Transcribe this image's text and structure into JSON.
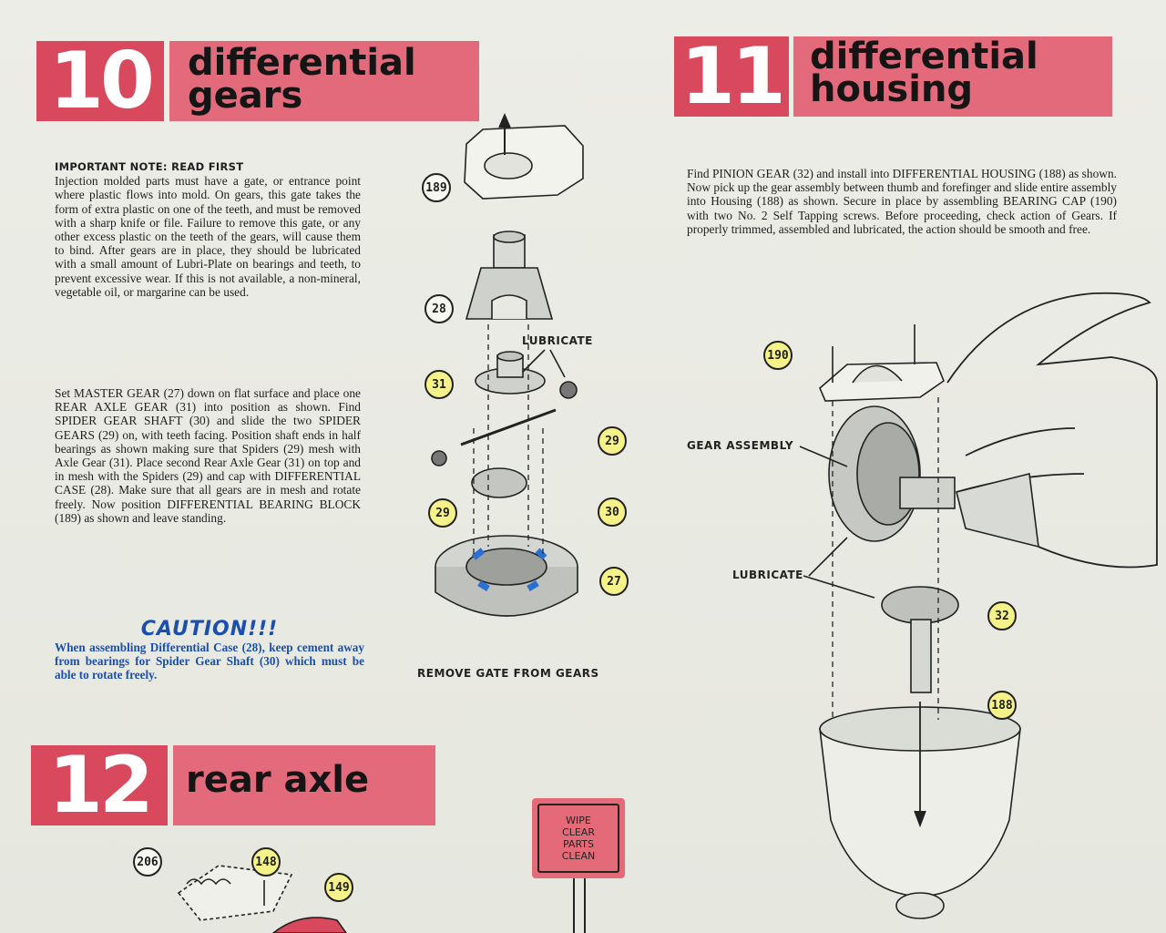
{
  "step10": {
    "number": "10",
    "title_line1": "differential",
    "title_line2": "gears",
    "note_heading": "IMPORTANT NOTE: READ FIRST",
    "note_text": "Injection molded parts must have a gate, or entrance point where plastic flows into mold. On gears, this gate takes the form of extra plastic on one of the teeth, and must be removed with a sharp knife or file. Failure to remove this gate, or any other excess plastic on the teeth of the gears, will cause them to bind. After gears are in place, they should be lubricated with a small amount of Lubri-Plate on bearings and teeth, to prevent excessive wear. If this is not available, a non-mineral, vegetable oil, or margarine can be used.",
    "instructions": "Set MASTER GEAR (27) down on flat surface and place one REAR AXLE GEAR (31) into position as shown. Find SPIDER GEAR SHAFT (30) and slide the two SPIDER GEARS (29) on, with teeth facing. Position shaft ends in half bearings as shown making sure that Spiders (29) mesh with Axle Gear (31). Place second Rear Axle Gear (31) on top and in mesh with the Spiders (29) and cap with DIFFERENTIAL CASE (28). Make sure that all gears are in mesh and rotate freely. Now position DIFFERENTIAL BEARING BLOCK (189) as shown and leave standing.",
    "caution_title": "CAUTION!!!",
    "caution_text": "When assembling Differential Case (28), keep cement away from bearings for Spider Gear Shaft (30) which must be able to rotate freely.",
    "label_lubricate": "LUBRICATE",
    "label_remove_gate": "REMOVE GATE FROM GEARS",
    "callouts": [
      "189",
      "28",
      "31",
      "29",
      "29",
      "30",
      "27"
    ]
  },
  "step11": {
    "number": "11",
    "title_line1": "differential",
    "title_line2": "housing",
    "instructions": "Find PINION GEAR (32) and install into DIFFERENTIAL HOUSING (188) as shown. Now pick up the gear assembly between thumb and forefinger and slide entire assembly into Housing (188) as shown. Secure in place by assembling BEARING CAP (190) with two No. 2 Self Tapping screws. Before proceeding, check action of Gears. If properly trimmed, assembled and lubricated, the action should be smooth and free.",
    "label_gear_assembly": "GEAR ASSEMBLY",
    "label_lubricate": "LUBRICATE",
    "callouts": [
      "190",
      "32",
      "188"
    ]
  },
  "step12": {
    "number": "12",
    "title": "rear axle",
    "callouts": [
      "206",
      "148",
      "149"
    ]
  },
  "sign": {
    "lines": [
      "WIPE",
      "CLEAR",
      "PARTS",
      "CLEAN"
    ]
  },
  "colors": {
    "number_block": "#d9495d",
    "title_band": "#e36a7a",
    "caution_blue": "#1a4fb0",
    "callout_yellow": "#f6f28a"
  }
}
